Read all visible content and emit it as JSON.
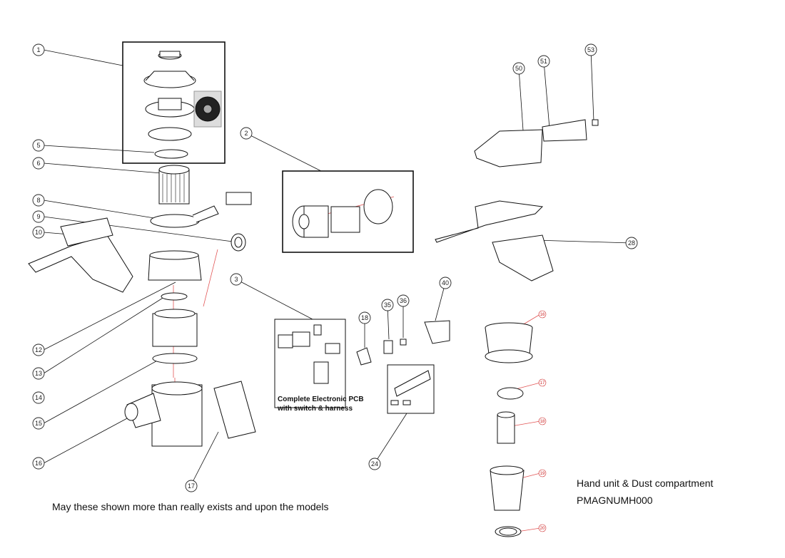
{
  "callouts": [
    "1",
    "5",
    "6",
    "8",
    "9",
    "10",
    "12",
    "13",
    "14",
    "15",
    "16",
    "17",
    "2",
    "3",
    "18",
    "35",
    "36",
    "40",
    "24",
    "50",
    "51",
    "53",
    "28"
  ],
  "red_callouts": [
    "16",
    "17",
    "18",
    "19",
    "20"
  ],
  "pcb_caption": [
    "Complete Electronic PCB",
    "with switch & harness"
  ],
  "footer_note": "May these shown more than really exists and upon the models",
  "title": [
    "Hand unit & Dust compartment",
    "PMAGNUMH000"
  ]
}
